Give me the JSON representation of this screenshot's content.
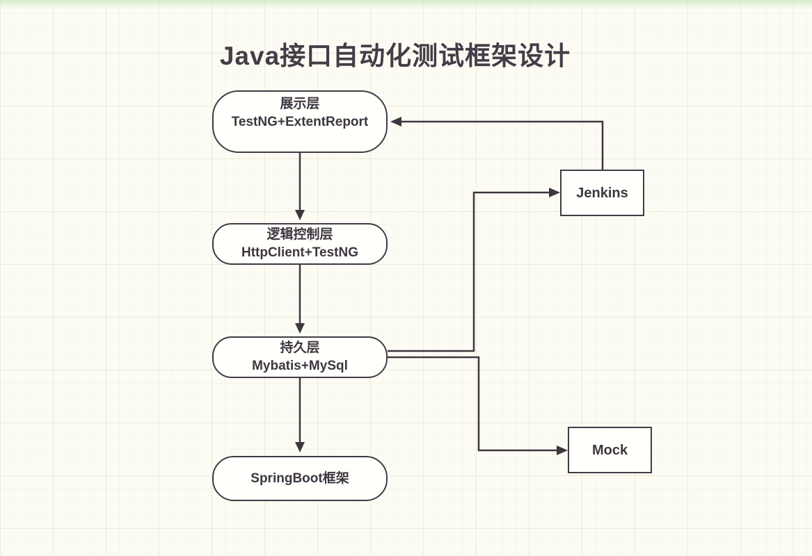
{
  "title": "Java接口自动化测试框架设计",
  "nodes": {
    "display": {
      "line1": "展示层",
      "line2": "TestNG+ExtentReport"
    },
    "logic": {
      "line1": "逻辑控制层",
      "line2": "HttpClient+TestNG"
    },
    "persistence": {
      "line1": "持久层",
      "line2": "Mybatis+MySql"
    },
    "springboot": {
      "label": "SpringBoot框架"
    },
    "jenkins": {
      "label": "Jenkins"
    },
    "mock": {
      "label": "Mock"
    }
  },
  "edges": [
    {
      "from": "展示层 TestNG+ExtentReport",
      "to": "逻辑控制层 HttpClient+TestNG",
      "direction": "down"
    },
    {
      "from": "逻辑控制层 HttpClient+TestNG",
      "to": "持久层 Mybatis+MySql",
      "direction": "down"
    },
    {
      "from": "持久层 Mybatis+MySql",
      "to": "SpringBoot框架",
      "direction": "down"
    },
    {
      "from": "持久层 Mybatis+MySql",
      "to": "Jenkins",
      "direction": "right-up-right"
    },
    {
      "from": "Jenkins",
      "to": "展示层 TestNG+ExtentReport",
      "direction": "up-left"
    },
    {
      "from": "持久层 Mybatis+MySql",
      "to": "Mock",
      "direction": "right-down-right"
    }
  ],
  "colors": {
    "ink": "#3d3640",
    "node_border": "#423a44",
    "node_fill": "#fffffb",
    "background": "#fcfcf4",
    "grid_line": "#dde0c4",
    "top_strip_green": "#d4ecca"
  }
}
